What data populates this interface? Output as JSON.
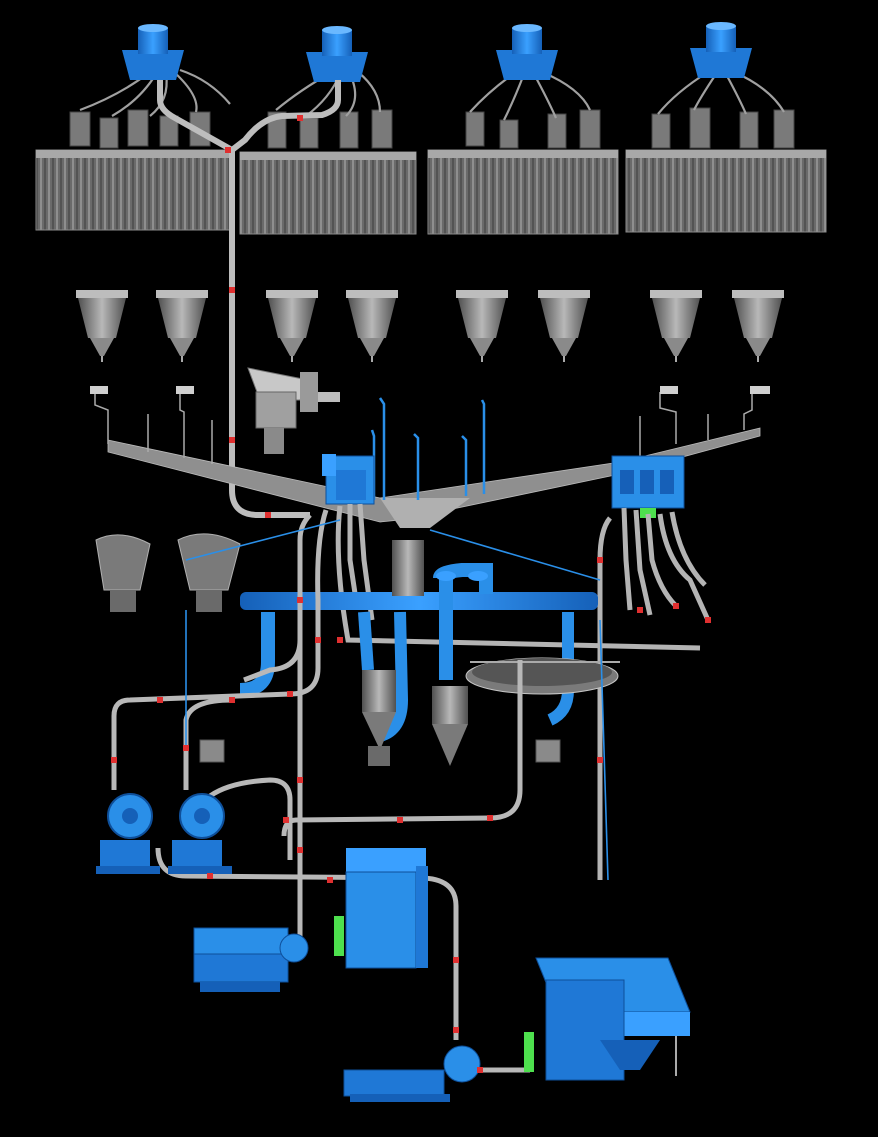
{
  "view": {
    "background": "#000000",
    "projection": "3d-isometric-plant-model"
  },
  "colors": {
    "steel_gray": "#9a9a9a",
    "steel_dark": "#5e5e5e",
    "pipe_gray": "#b4b4b4",
    "equipment_blue": "#2a8fe8",
    "equipment_blue_dark": "#1560b8",
    "valve_green": "#4ee04e",
    "flange_red": "#e03030"
  },
  "components": {
    "distributors": {
      "count": 4,
      "color": "blue"
    },
    "flotation_cell_banks": {
      "count": 4
    },
    "hydrocyclones": {
      "count": 8
    },
    "pump_boxes": {
      "count": 2,
      "color": "blue"
    },
    "centrifugal_pumps": {
      "count": 4,
      "color": "blue"
    },
    "slurry_tank": {
      "count": 1,
      "color": "blue"
    },
    "knife_gate_valves": {
      "color": "green"
    },
    "pipe_flanges": {
      "color": "red"
    }
  }
}
